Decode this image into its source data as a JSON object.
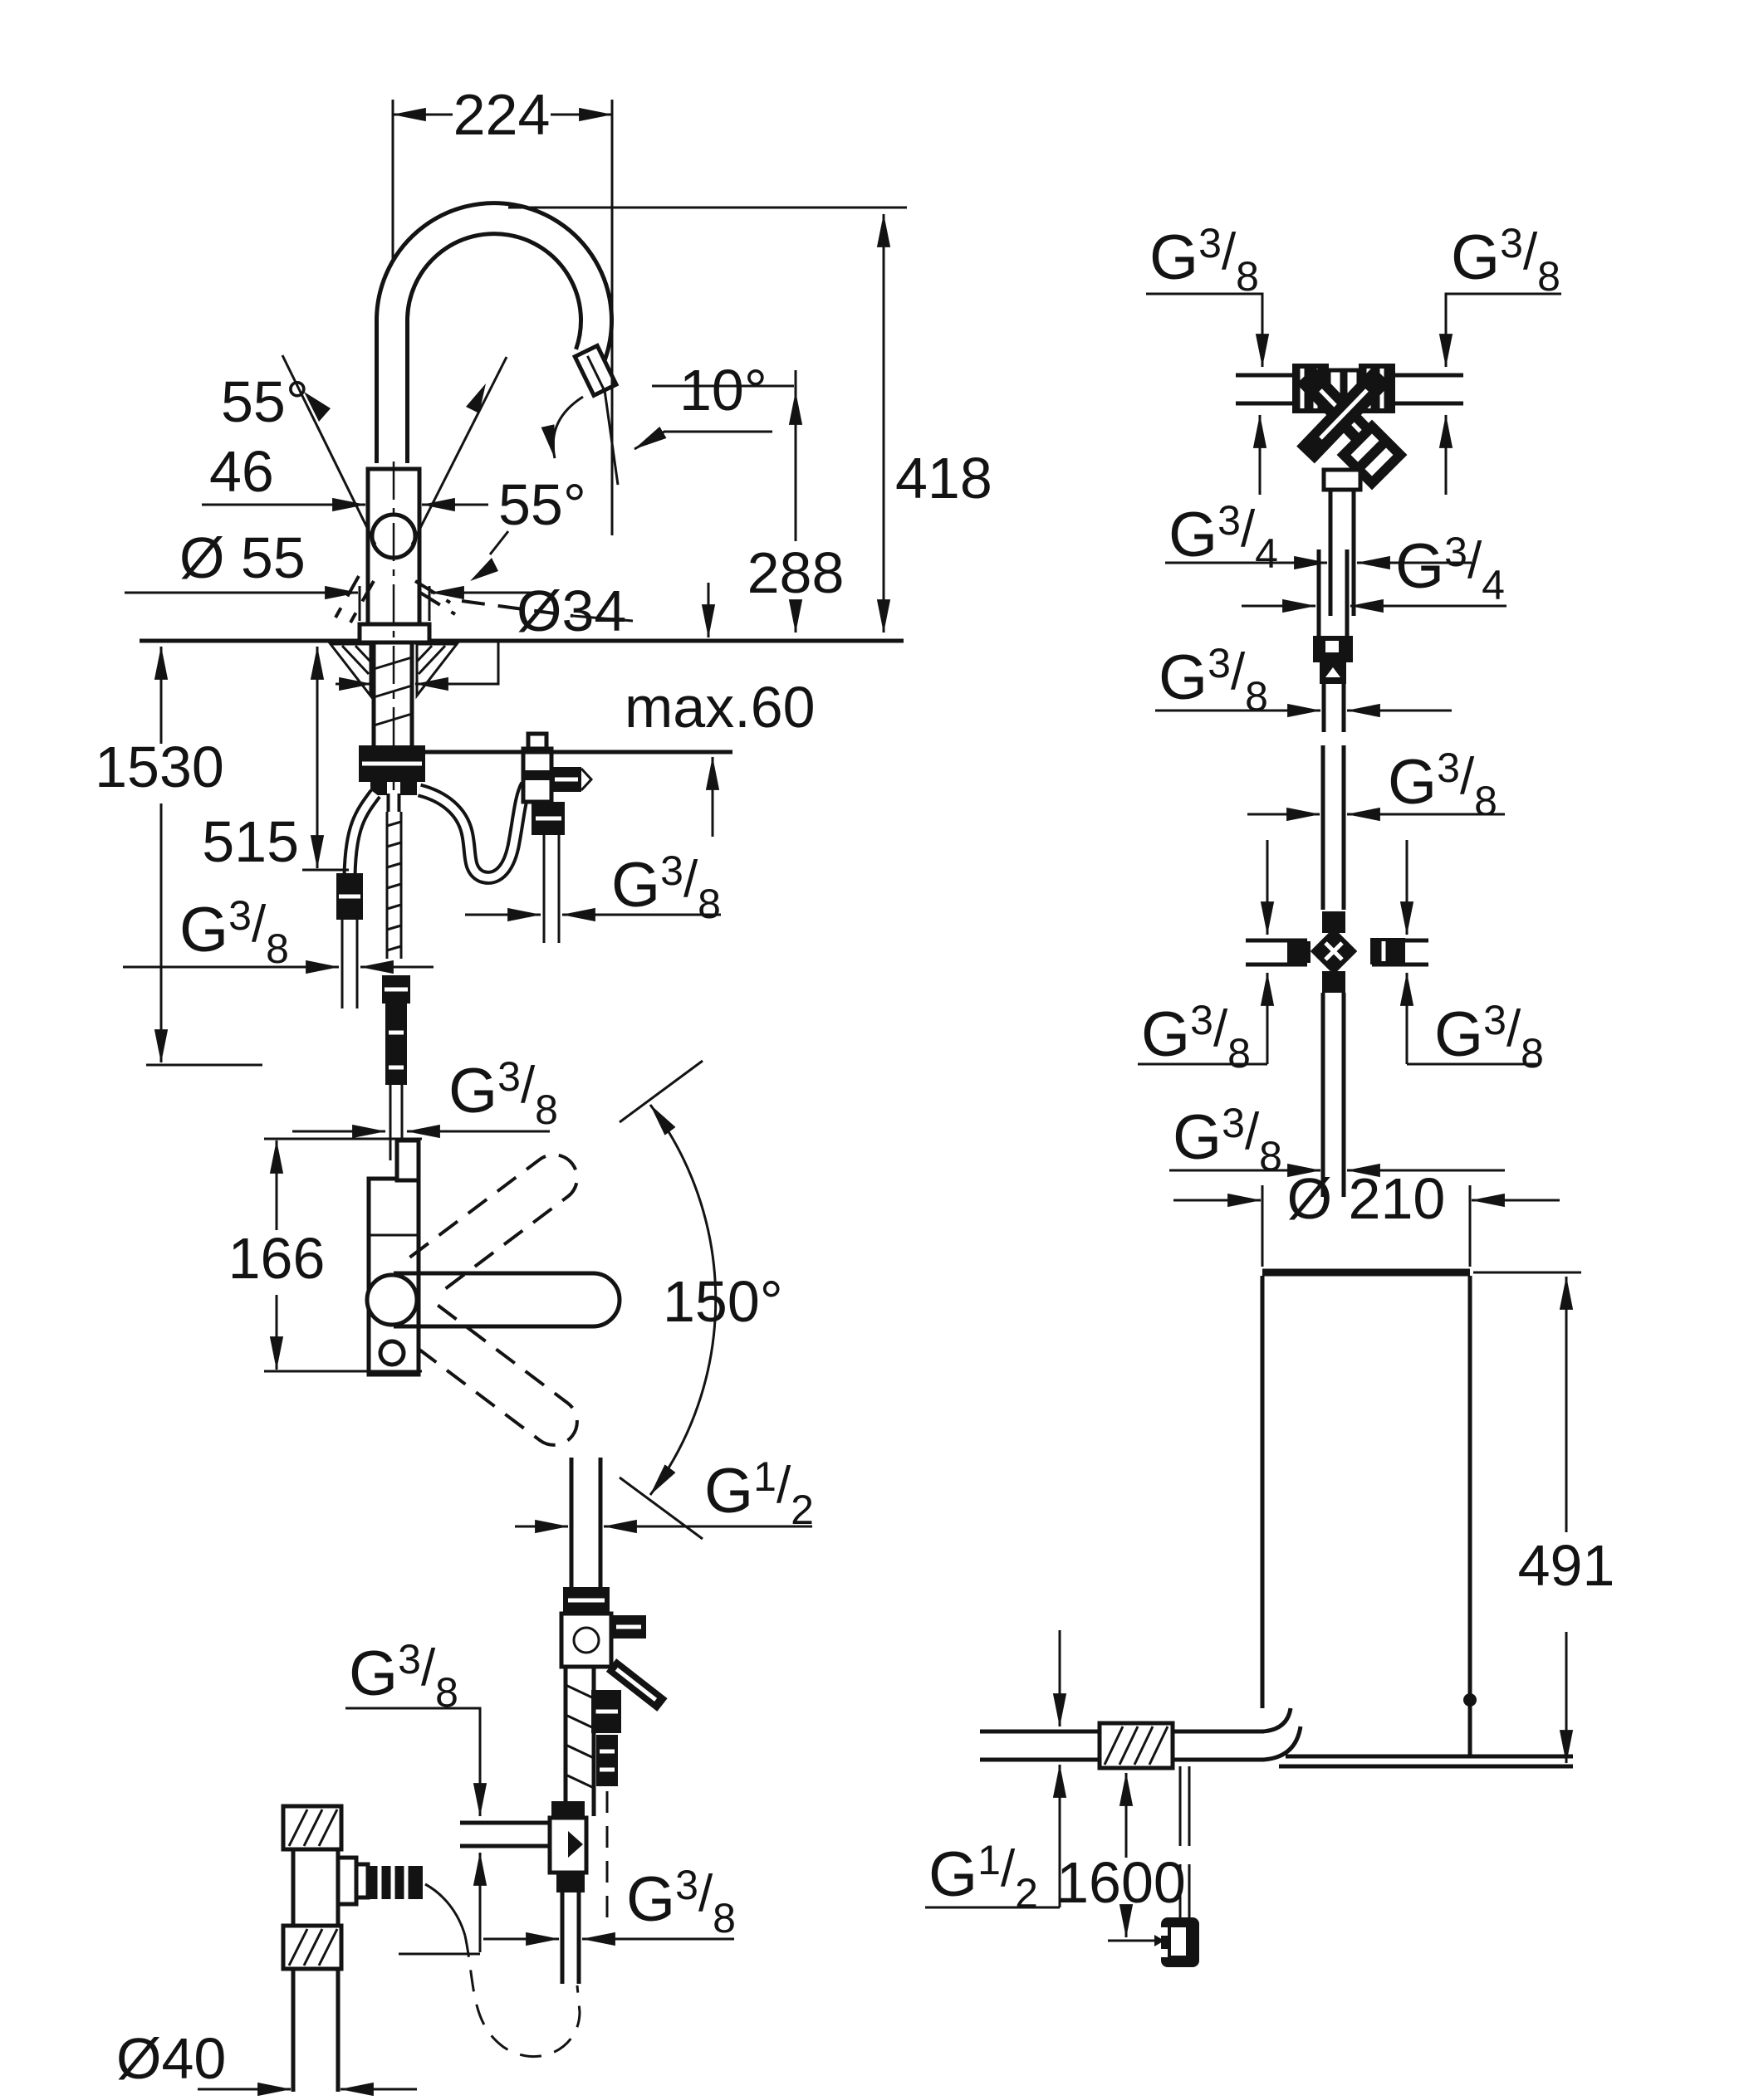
{
  "threads": {
    "g38": {
      "text": "G 3/8",
      "base": "G",
      "num": "3",
      "slash": "/",
      "den": "8"
    },
    "g34": {
      "text": "G 3/4",
      "base": "G",
      "num": "3",
      "slash": "/",
      "den": "4"
    },
    "g12": {
      "text": "G 1/2",
      "base": "G",
      "num": "1",
      "slash": "/",
      "den": "2"
    }
  },
  "faucet_side_view": {
    "spout_reach": "224",
    "height_above_counter": "418",
    "outlet_height": "288",
    "outlet_angle": "10°",
    "lever_angle_left": "55°",
    "lever_angle_right": "55°",
    "body_width": "46",
    "base_diameter": "Ø 55",
    "shank_diameter": "Ø34",
    "counter_thickness": "max.60",
    "connector_drop": "515",
    "hose_drop": "1530"
  },
  "top_view": {
    "body_height": "166",
    "swivel_range": "150°"
  },
  "boiler_view": {
    "diameter": "Ø 210",
    "height": "491",
    "cable_length": "1600"
  },
  "trap_view": {
    "drain_diameter": "Ø40"
  }
}
